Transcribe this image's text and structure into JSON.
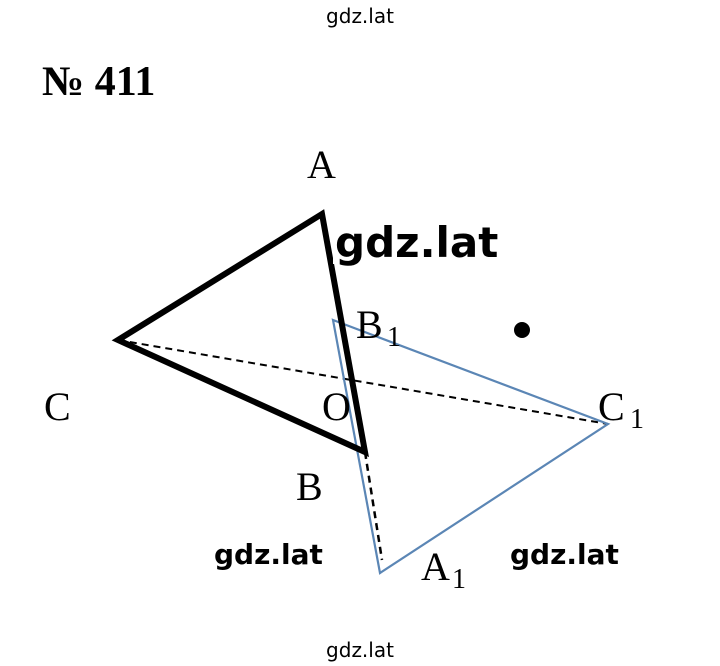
{
  "watermark": {
    "top": "gdz.lat",
    "bottom": "gdz.lat",
    "center": "gdz.lat",
    "left": "gdz.lat",
    "right": "gdz.lat"
  },
  "problem": {
    "title": "№ 411"
  },
  "labels": {
    "A": "A",
    "B": "B",
    "C": "C",
    "O": "O",
    "A1_letter": "A",
    "A1_sub": "1",
    "B1_letter": "B",
    "B1_sub": "1",
    "C1_letter": "C",
    "C1_sub": "1"
  },
  "colors": {
    "original_triangle": "#000000",
    "image_triangle": "#5b86b5",
    "construction_lines": "#000000"
  }
}
